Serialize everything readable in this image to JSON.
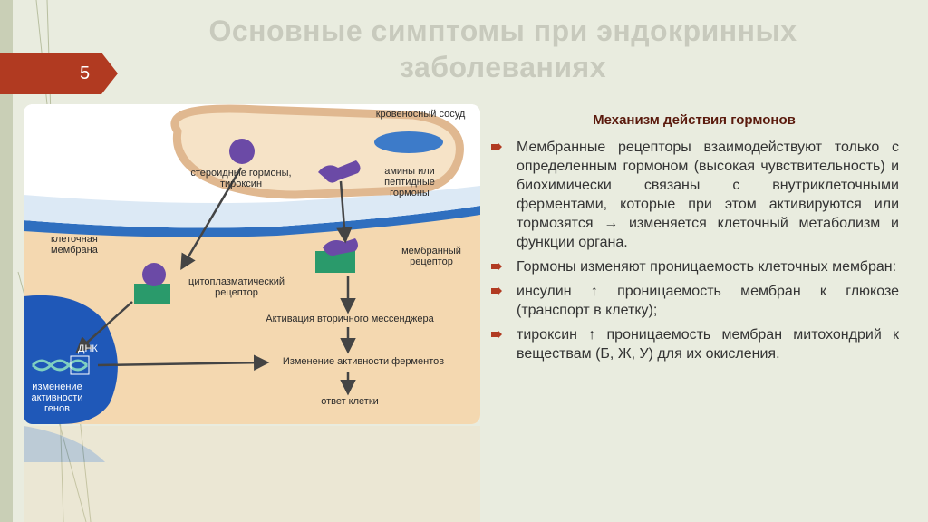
{
  "slide": {
    "title_line1": "Основные симптомы при эндокринных",
    "title_line2": "заболеваниях",
    "number": "5"
  },
  "colors": {
    "accent_red": "#b13a21",
    "background": "#e9ecdf",
    "bullet_arrow": "#b13a21",
    "panel_title": "#5a1a0d"
  },
  "diagram": {
    "labels": {
      "blood_vessel": "кровеносный сосуд",
      "steroid": "стероидные гормоны, тироксин",
      "amines": "амины или пептидные гормоны",
      "membrane": "клеточная мембрана",
      "membrane_receptor": "мембранный рецептор",
      "cytoplasmic_receptor": "цитоплазматический рецептор",
      "second_messenger": "Активация вторичного мессенджера",
      "dna": "ДНК",
      "enzyme_activity": "Изменение активности ферментов",
      "gene_activity": "изменение активности генов",
      "cell_response": "ответ клетки"
    }
  },
  "panel": {
    "title": "Механизм действия гормонов",
    "bullets": [
      "Мембранные рецепторы взаимодействуют только с определенным гормоном (высокая чувствительность) и биохимически связаны с внутриклеточными ферментами, которые при этом активируются или тормозятся → изменяется клеточный метаболизм и функции органа.",
      "Гормоны изменяют проницаемость клеточных мембран:",
      "инсулин ↑ проницаемость мембран к глюкозе (транспорт в клетку);",
      "тироксин  ↑ проницаемость мембран митохондрий к веществам (Б, Ж, У) для их окисления."
    ]
  }
}
